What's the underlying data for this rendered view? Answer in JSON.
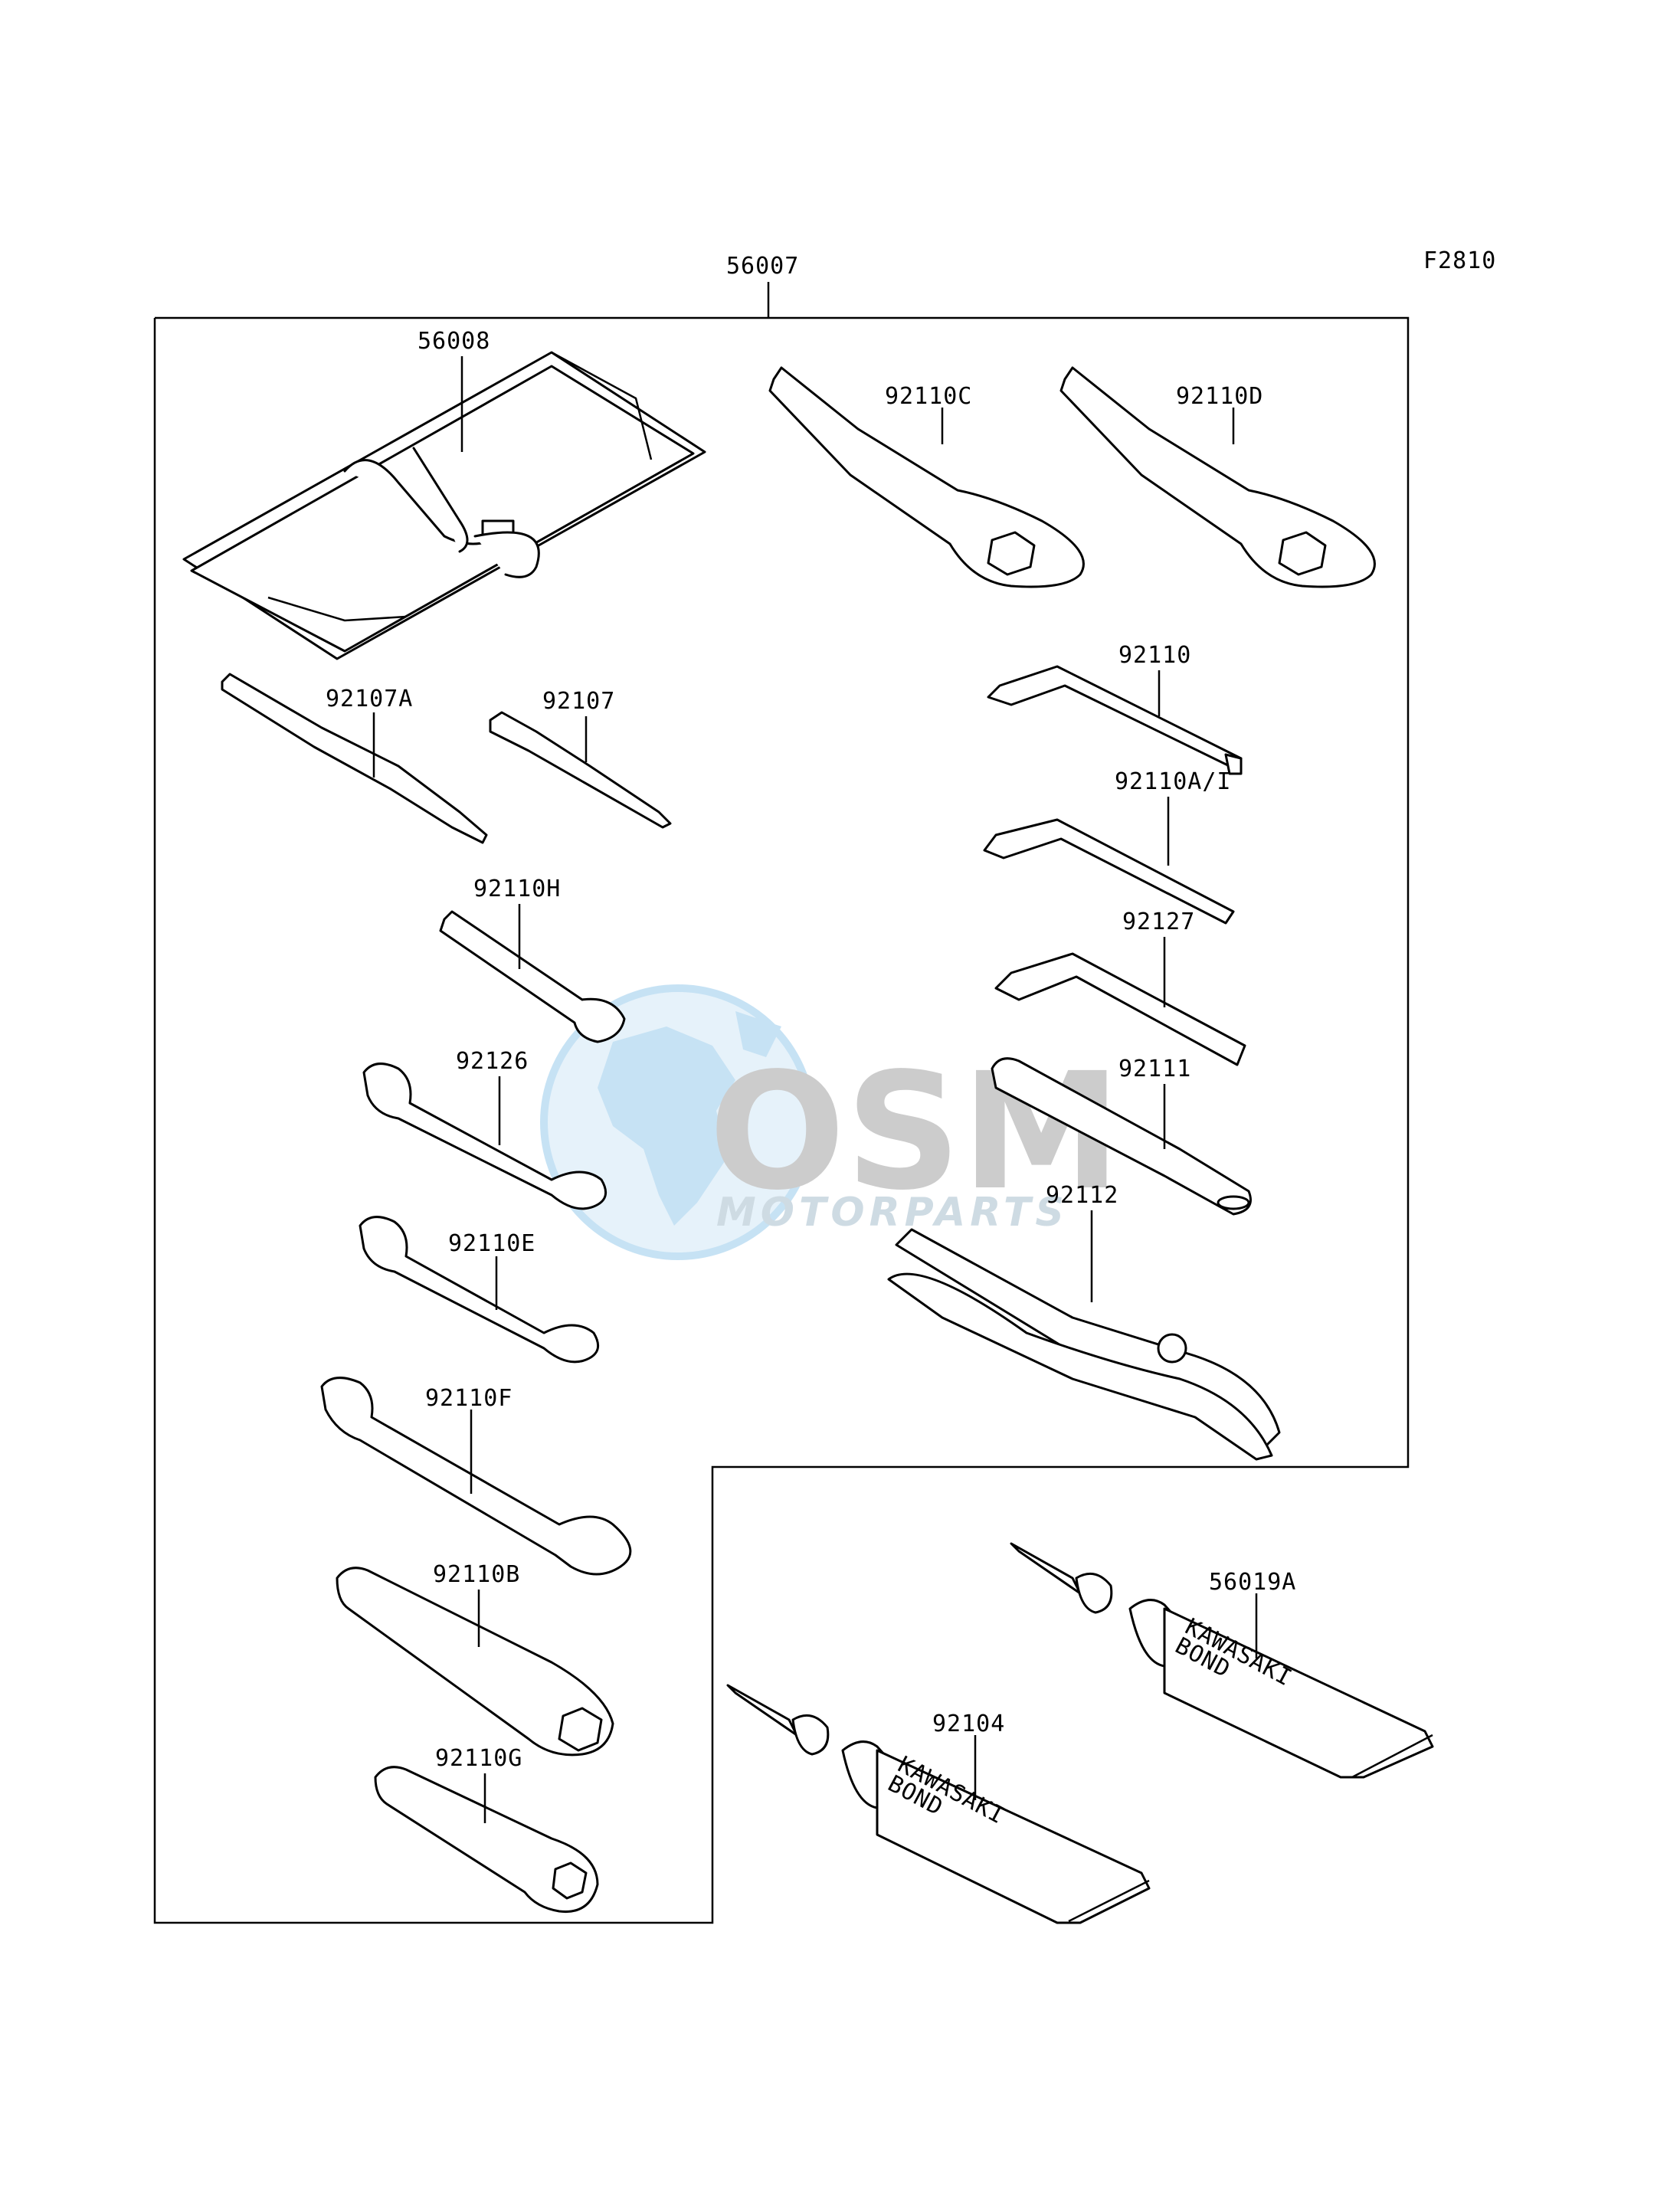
{
  "figure_code": "F2810",
  "assembly_label": "56007",
  "parts": {
    "p56008": "56008",
    "p92110C": "92110C",
    "p92110D": "92110D",
    "p92107A": "92107A",
    "p92107": "92107",
    "p92110": "92110",
    "p92110AI": "92110A/I",
    "p92110H": "92110H",
    "p92127": "92127",
    "p92126": "92126",
    "p92111": "92111",
    "p92112": "92112",
    "p92110E": "92110E",
    "p92110F": "92110F",
    "p92110B": "92110B",
    "p92110G": "92110G",
    "p56019A": "56019A",
    "p92104": "92104"
  },
  "tube_print": {
    "brand": "KAWASAKI",
    "product": "BOND"
  },
  "watermark": {
    "logo": "OSM",
    "tagline": "MOTORPARTS",
    "globe_color": "#8fc6ea",
    "logo_color": "#c8c8c8"
  }
}
